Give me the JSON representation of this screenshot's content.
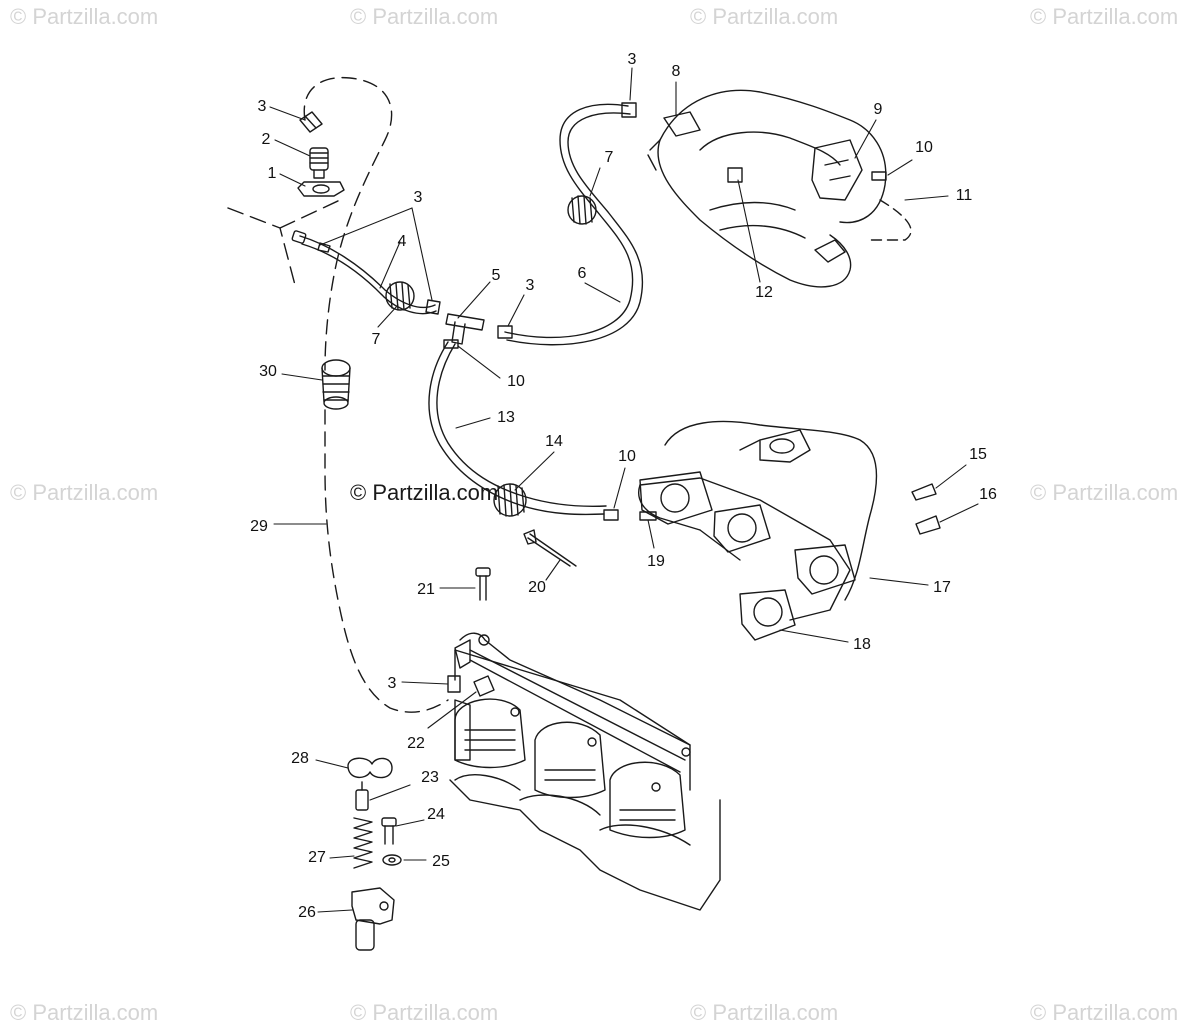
{
  "watermark": "© Partzilla.com",
  "center_watermark": "© Partzilla.com",
  "callouts": [
    "1",
    "2",
    "3",
    "3",
    "3",
    "3",
    "3",
    "3",
    "4",
    "5",
    "6",
    "7",
    "7",
    "8",
    "9",
    "10",
    "10",
    "10",
    "11",
    "12",
    "13",
    "14",
    "15",
    "16",
    "17",
    "18",
    "19",
    "20",
    "21",
    "22",
    "23",
    "24",
    "25",
    "26",
    "27",
    "28",
    "29",
    "30"
  ]
}
